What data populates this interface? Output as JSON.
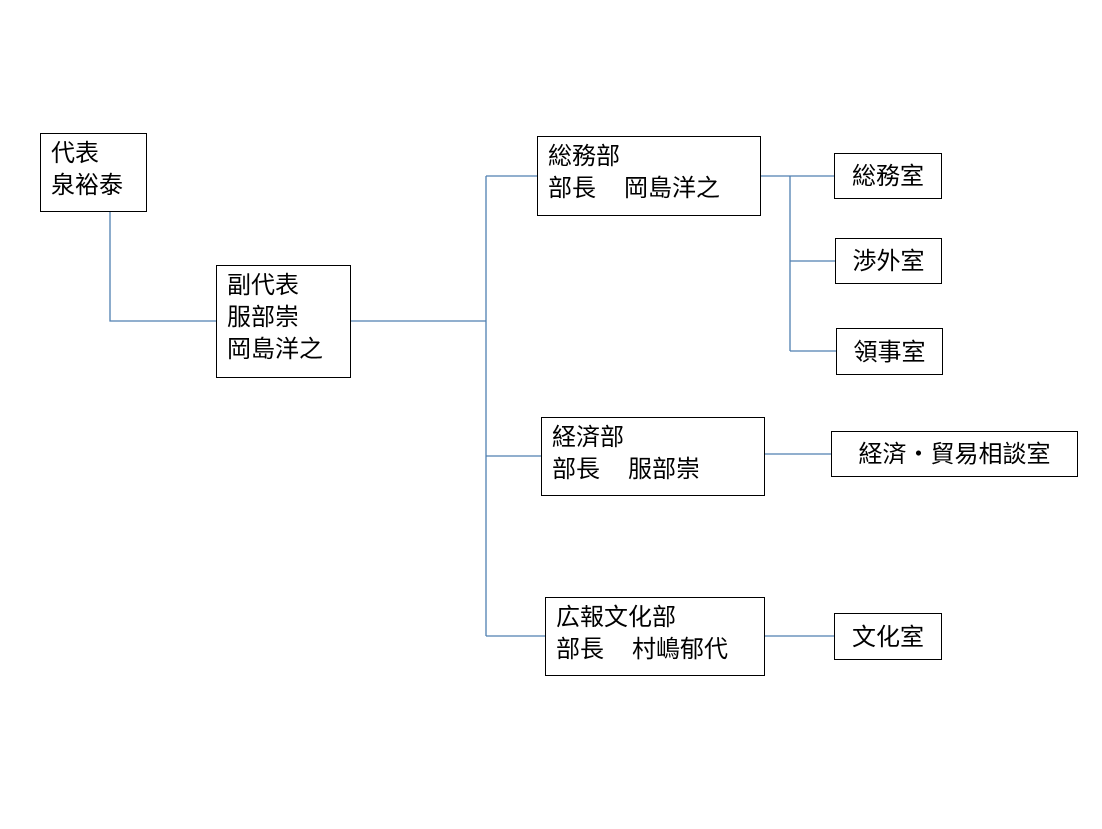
{
  "org_chart": {
    "representative": {
      "title": "代表",
      "name": "泉裕泰"
    },
    "deputy": {
      "title": "副代表",
      "names": [
        "服部崇",
        "岡島洋之"
      ]
    },
    "departments": [
      {
        "name": "総務部",
        "head_title": "部長",
        "head_name": "岡島洋之",
        "offices": [
          "総務室",
          "渉外室",
          "領事室"
        ]
      },
      {
        "name": "経済部",
        "head_title": "部長",
        "head_name": "服部崇",
        "offices": [
          "経済・貿易相談室"
        ]
      },
      {
        "name": "広報文化部",
        "head_title": "部長",
        "head_name": "村嶋郁代",
        "offices": [
          "文化室"
        ]
      }
    ],
    "line_color": "#4f7fb1"
  }
}
